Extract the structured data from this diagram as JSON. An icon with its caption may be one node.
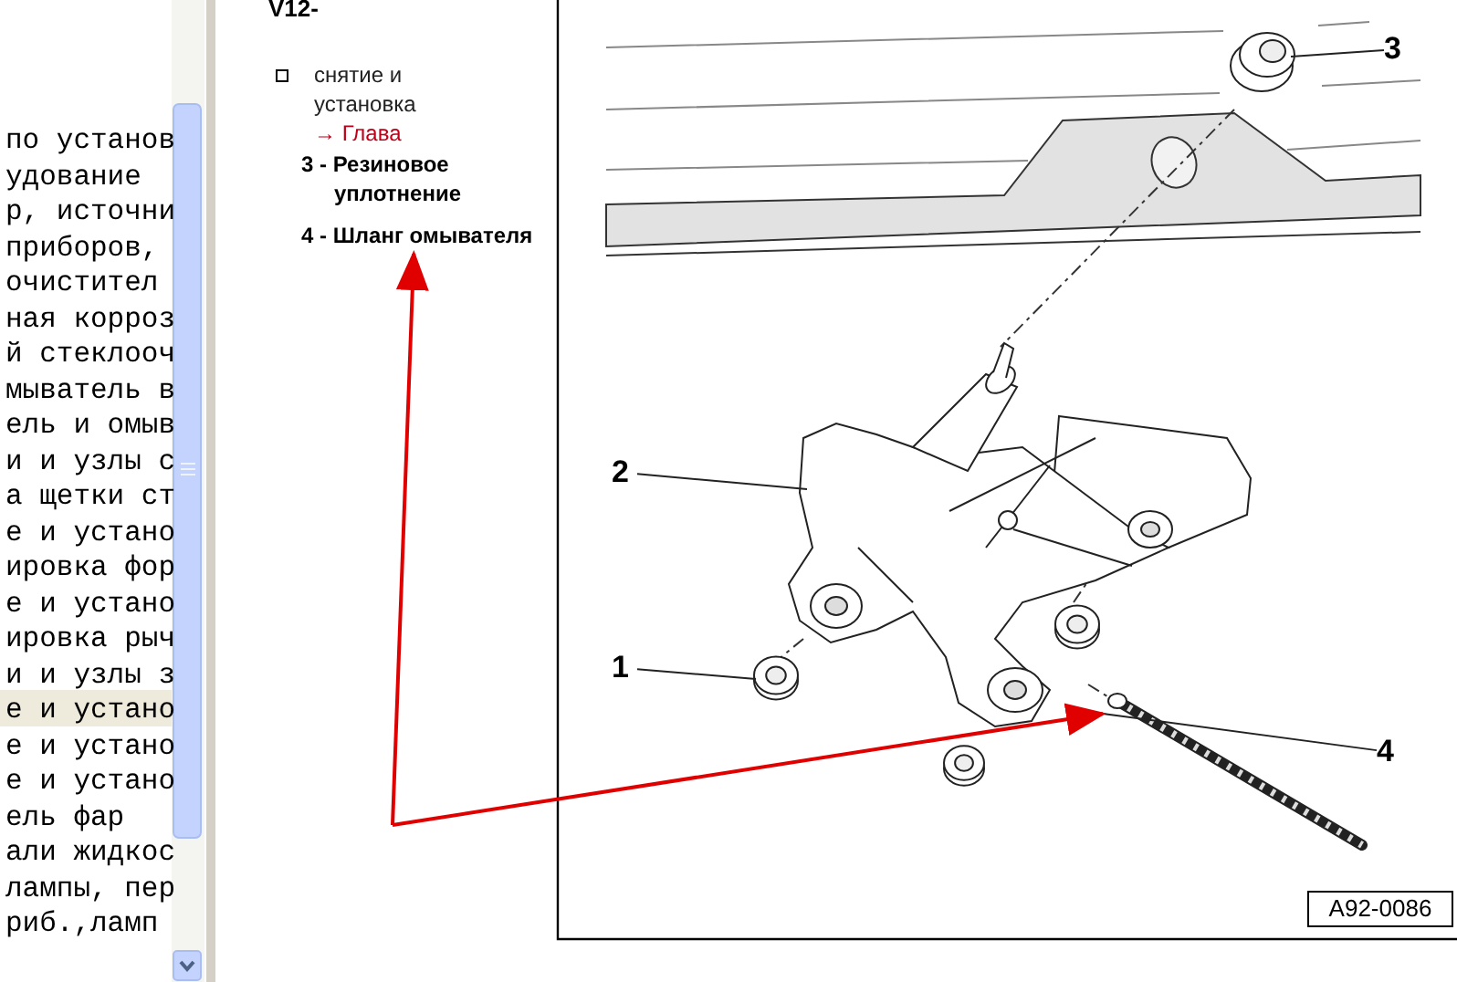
{
  "diagram": {
    "nodes": [
      {
        "text": [
          "4 - Шланг омывателя"
        ]
      },
      {
        "text": [
          "1"
        ]
      },
      {
        "text": [
          "2"
        ]
      },
      {
        "text": [
          "3"
        ]
      },
      {
        "text": [
          "4"
        ]
      },
      {
        "text": [],
        "shape": "picture"
      },
      {
        "text": [],
        "shape": "picture"
      },
      {
        "text": [],
        "shape": "picture"
      },
      {
        "text": [],
        "shape": "picture"
      }
    ],
    "edges": [
      {
        "from": 1,
        "to": 5,
        "arrow": "none"
      },
      {
        "from": 2,
        "to": 6,
        "arrow": "none"
      },
      {
        "from": 3,
        "to": 7,
        "arrow": "none"
      },
      {
        "from": 4,
        "to": 8,
        "arrow": "none"
      },
      {
        "from": null,
        "to": 0,
        "arrow": "to",
        "color": "#e00000"
      },
      {
        "from": null,
        "to": 8,
        "arrow": "to",
        "color": "#e00000"
      }
    ],
    "labels": [
      "по установ",
      "удование",
      "р, источни",
      "приборов,",
      "очистител",
      "ная корроз",
      "й стеклооч",
      "мыватель в",
      "ель и омыв",
      "и и узлы с",
      "а щетки ст",
      "е и устано",
      "ировка фор",
      "е и устано",
      "ировка рыч",
      "и и узлы з",
      "е и устано",
      "е и устано",
      "е и устано",
      "ель фар",
      "али жидкос",
      "лампы, пер",
      "риб.,ламп",
      "V12-",
      "снятие и установка",
      "→ Глава",
      "3 - Резиновое уплотнение",
      "A92-0086"
    ]
  }
}
